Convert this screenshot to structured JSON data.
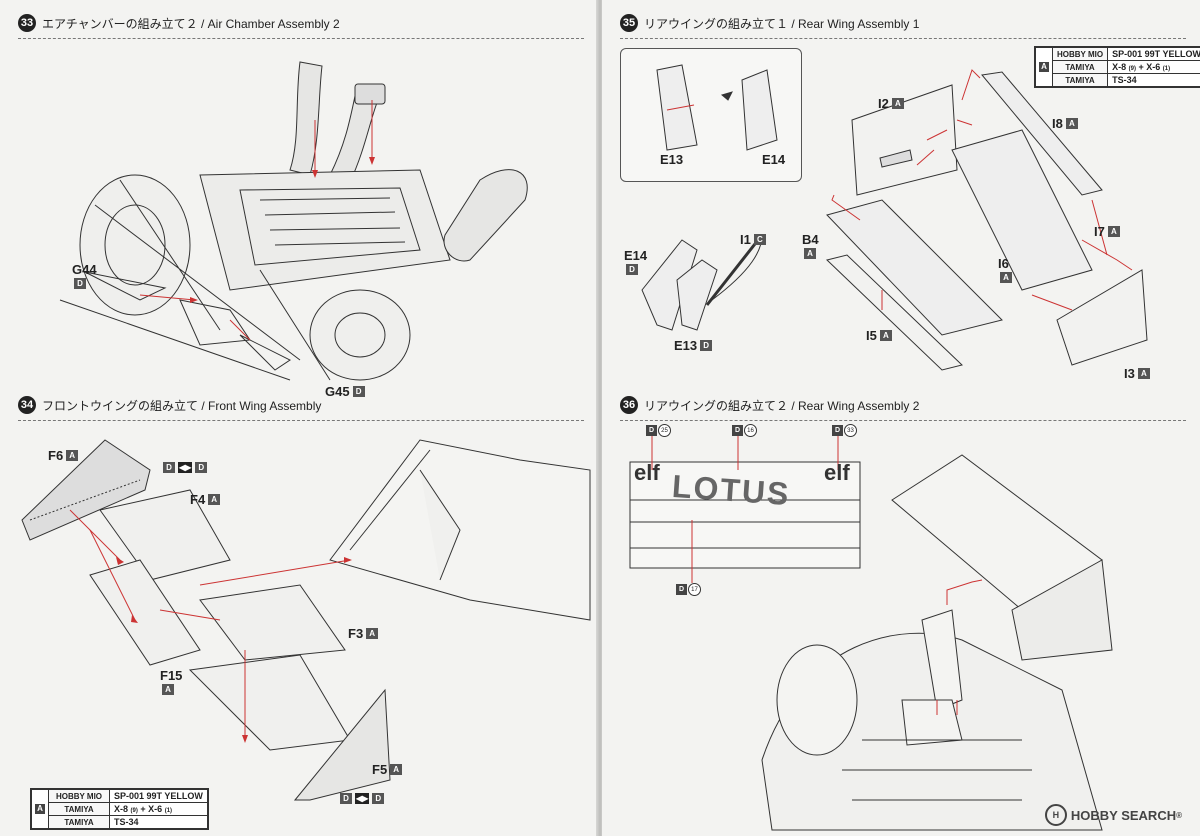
{
  "steps": {
    "s33": {
      "num": "33",
      "title": "エアチャンバーの組み立て２ / Air Chamber Assembly 2"
    },
    "s34": {
      "num": "34",
      "title": "フロントウイングの組み立て / Front Wing Assembly"
    },
    "s35": {
      "num": "35",
      "title": "リアウイングの組み立て１ / Rear Wing Assembly 1"
    },
    "s36": {
      "num": "36",
      "title": "リアウイングの組み立て２ / Rear Wing Assembly 2"
    }
  },
  "labels": {
    "g44": {
      "text": "G44",
      "sub": "D"
    },
    "g45": {
      "text": "G45",
      "sub": "D"
    },
    "f6": {
      "text": "F6",
      "sub": "A"
    },
    "f4": {
      "text": "F4",
      "sub": "A"
    },
    "f3": {
      "text": "F3",
      "sub": "A"
    },
    "f15": {
      "text": "F15",
      "sub": "A"
    },
    "f5": {
      "text": "F5",
      "sub": "A"
    },
    "e13a": {
      "text": "E13"
    },
    "e14a": {
      "text": "E14"
    },
    "e14b": {
      "text": "E14",
      "sub": "D"
    },
    "e13b": {
      "text": "E13",
      "sub": "D"
    },
    "i1": {
      "text": "I1",
      "sub": "C"
    },
    "i2": {
      "text": "I2",
      "sub": "A"
    },
    "i8": {
      "text": "I8",
      "sub": "A"
    },
    "i7": {
      "text": "I7",
      "sub": "A"
    },
    "i6": {
      "text": "I6",
      "sub": "A"
    },
    "b4": {
      "text": "B4",
      "sub": "A"
    },
    "i5": {
      "text": "I5",
      "sub": "A"
    },
    "i3": {
      "text": "I3",
      "sub": "A"
    },
    "dkd1": {
      "text": "D",
      "sub2": "D"
    },
    "dkd2": {
      "text": "D",
      "sub2": "D"
    }
  },
  "paint_left": {
    "letter": "A",
    "rows": [
      {
        "brand": "HOBBY MIO",
        "value": "SP-001 99T YELLOW"
      },
      {
        "brand": "TAMIYA",
        "value_main": "X-8",
        "value_a": "(9)",
        "plus": "+",
        "value_b": "X-6",
        "value_c": "(1)"
      },
      {
        "brand": "TAMIYA",
        "value": "TS-34"
      }
    ]
  },
  "paint_right": {
    "letter": "A",
    "rows": [
      {
        "brand": "HOBBY MIO",
        "value": "SP-001 99T YELLOW"
      },
      {
        "brand": "TAMIYA",
        "value_main": "X-8",
        "value_a": "(9)",
        "plus": "+",
        "value_b": "X-6",
        "value_c": "(1)"
      },
      {
        "brand": "TAMIYA",
        "value": "TS-34"
      }
    ]
  },
  "decals": [
    {
      "letter": "D",
      "num": "25"
    },
    {
      "letter": "D",
      "num": "16"
    },
    {
      "letter": "D",
      "num": "33"
    },
    {
      "letter": "D",
      "num": "17"
    }
  ],
  "wing_text": {
    "elf_left": "elf",
    "lotus": "LOTUS",
    "elf_right": "elf"
  },
  "watermark": {
    "brand": "HOBBY SEARCH",
    "mark": "H",
    "reg": "®"
  }
}
